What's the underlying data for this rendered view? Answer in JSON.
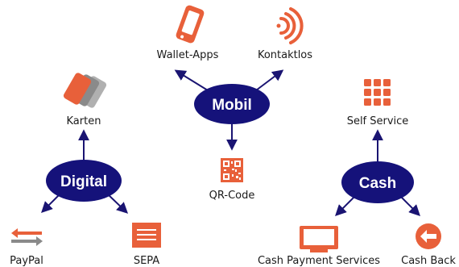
{
  "colors": {
    "hub": "#15127a",
    "icon_orange": "#e8603a",
    "icon_gray": "#8a8a8a",
    "arrow": "#1a1472",
    "text": "#1a1a1a"
  },
  "hubs": {
    "mobil": "Mobil",
    "digital": "Digital",
    "cash": "Cash"
  },
  "nodes": {
    "wallet_apps": "Wallet-Apps",
    "kontaktlos": "Kontaktlos",
    "qr_code": "QR-Code",
    "karten": "Karten",
    "paypal": "PayPal",
    "sepa": "SEPA",
    "self_service": "Self Service",
    "cash_payment_services": "Cash Payment Services",
    "cash_back": "Cash Back"
  },
  "icons": {
    "wallet_apps": "smartphone-icon",
    "kontaktlos": "contactless-waves-icon",
    "qr_code": "qr-code-icon",
    "karten": "stacked-cards-icon",
    "paypal": "transfer-arrows-icon",
    "sepa": "document-lines-icon",
    "self_service": "keypad-grid-icon",
    "cash_payment_services": "monitor-icon",
    "cash_back": "arrow-back-circle-icon"
  }
}
